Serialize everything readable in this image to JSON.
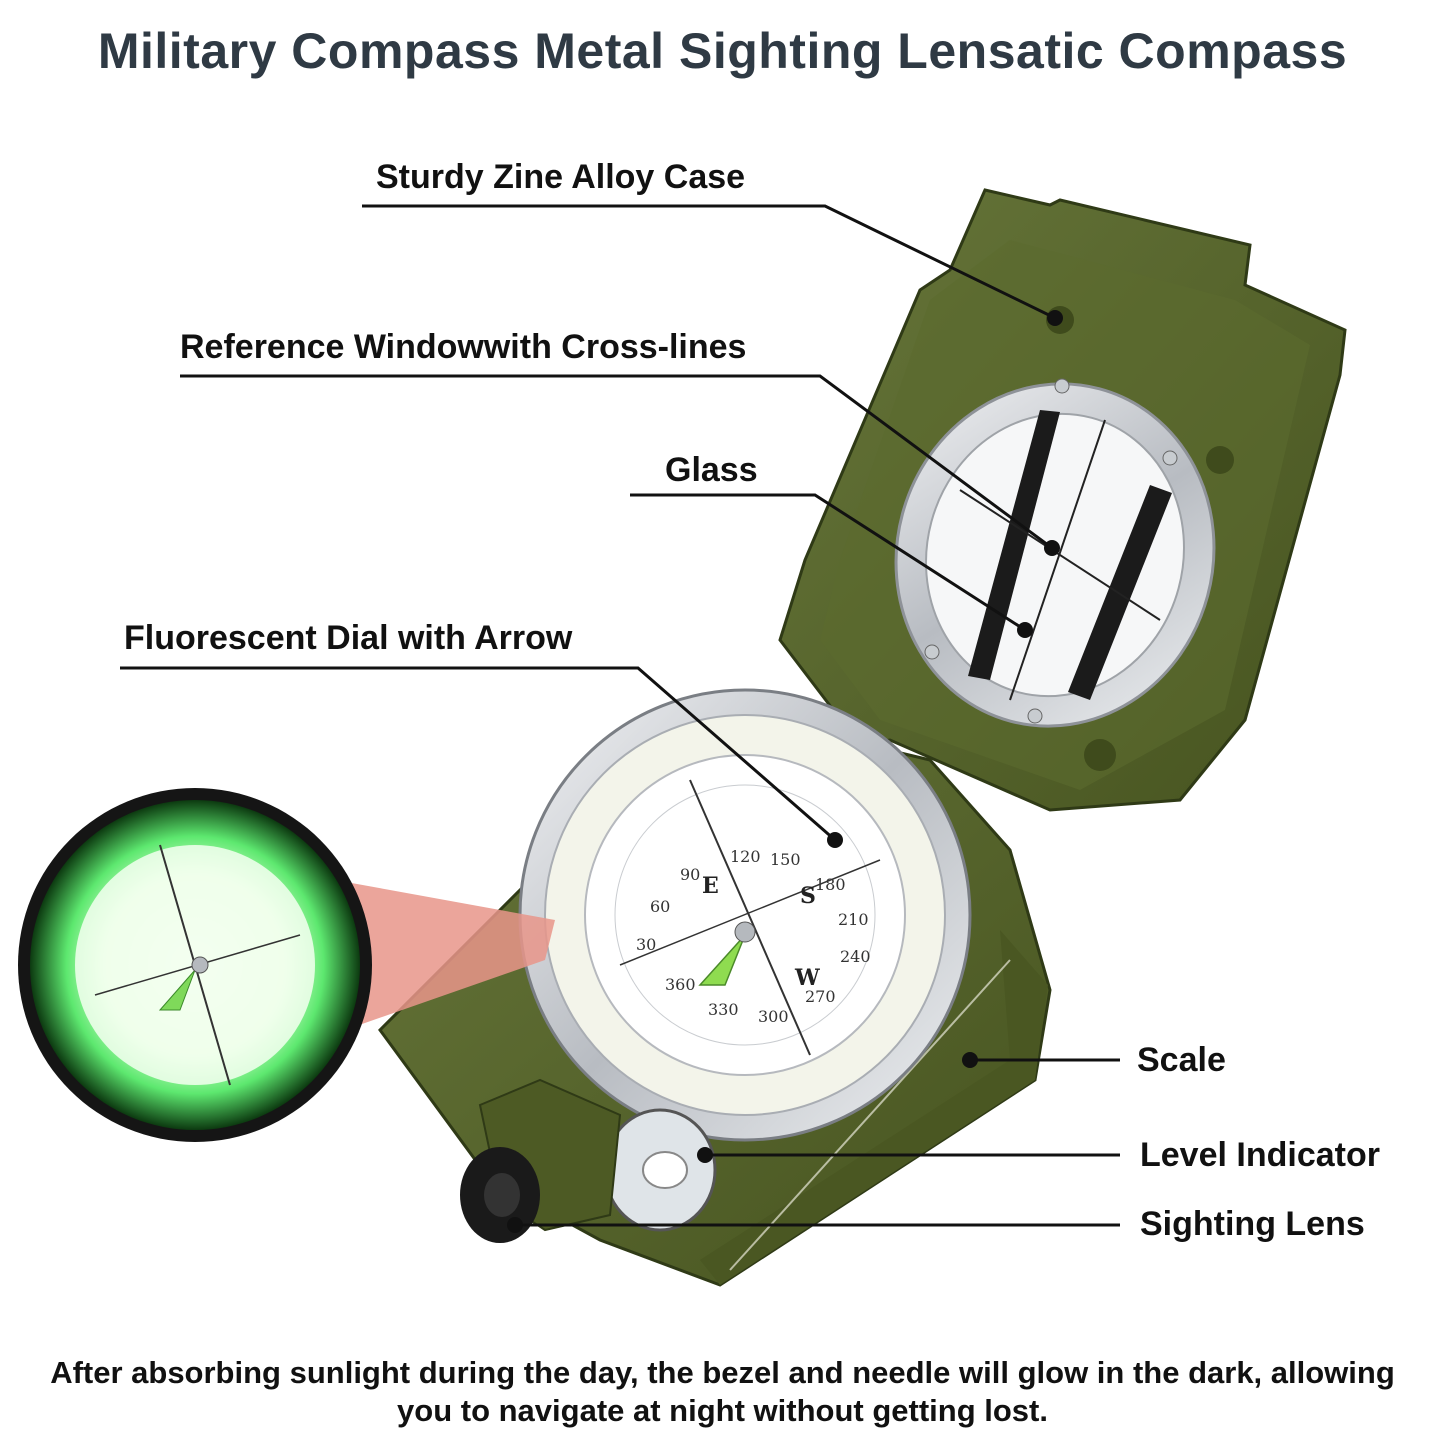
{
  "title": "Military Compass Metal Sighting Lensatic Compass",
  "callouts": {
    "case": "Sturdy Zine Alloy Case",
    "window": "Reference Windowwith Cross-lines",
    "glass": "Glass",
    "dial": "Fluorescent Dial with Arrow",
    "scale": "Scale",
    "level": "Level Indicator",
    "sighting": "Sighting Lens"
  },
  "caption": "After absorbing sunlight during the day, the bezel and needle will glow in the dark, allowing you to navigate at night without getting lost.",
  "dial_labels": {
    "bearing_120": "120",
    "bearing_150": "150",
    "bearing_180": "180",
    "bearing_210": "210",
    "bearing_240": "240",
    "bearing_270": "270",
    "bearing_300": "300",
    "bearing_330": "330",
    "bearing_360": "360",
    "bearing_30": "30",
    "bearing_60": "60",
    "bearing_90": "90",
    "card_e": "E",
    "card_s": "S",
    "card_w": "W"
  },
  "colors": {
    "olive": "#55632f",
    "olive_dark": "#3e4a20",
    "steel": "#c9ccd0",
    "glow": "#39e05a",
    "arrow": "#7fd95a",
    "title": "#2f3a44",
    "beam": "#e8958a"
  }
}
